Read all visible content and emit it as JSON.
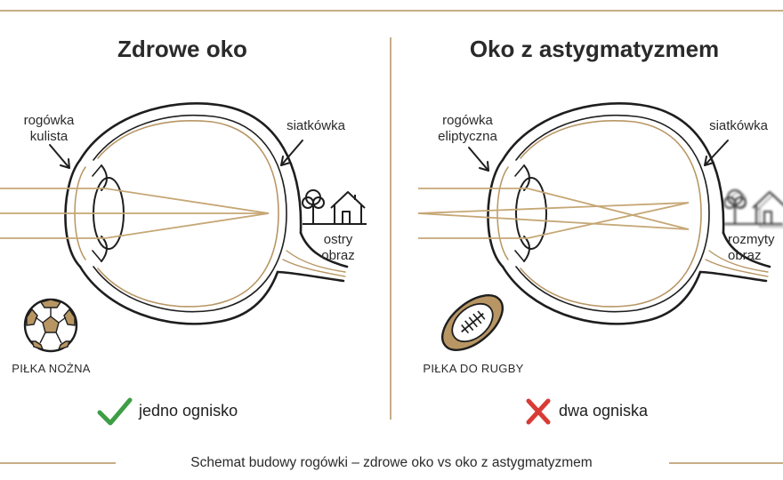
{
  "colors": {
    "gold": "#b89664",
    "line": "#1e1e1e",
    "check": "#3d9e45",
    "cross": "#d83b36"
  },
  "left_panel": {
    "title": "Zdrowe oko",
    "cornea_label": "rogówka\nkulista",
    "retina_label": "siatkówka",
    "image_label": "ostry\nobraz",
    "ball_label": "PIŁKA NOŻNA",
    "ball_icon": "soccer-ball-icon",
    "verdict": "jedno ognisko",
    "verdict_icon": "checkmark-icon"
  },
  "right_panel": {
    "title": "Oko z astygmatyzmem",
    "cornea_label": "rogówka\neliptyczna",
    "retina_label": "siatkówka",
    "image_label": "rozmyty\nobraz",
    "ball_label": "PIŁKA DO RUGBY",
    "ball_icon": "rugby-ball-icon",
    "verdict": "dwa ogniska",
    "verdict_icon": "cross-icon"
  },
  "caption": "Schemat budowy rogówki – zdrowe oko vs oko z astygmatyzmem"
}
